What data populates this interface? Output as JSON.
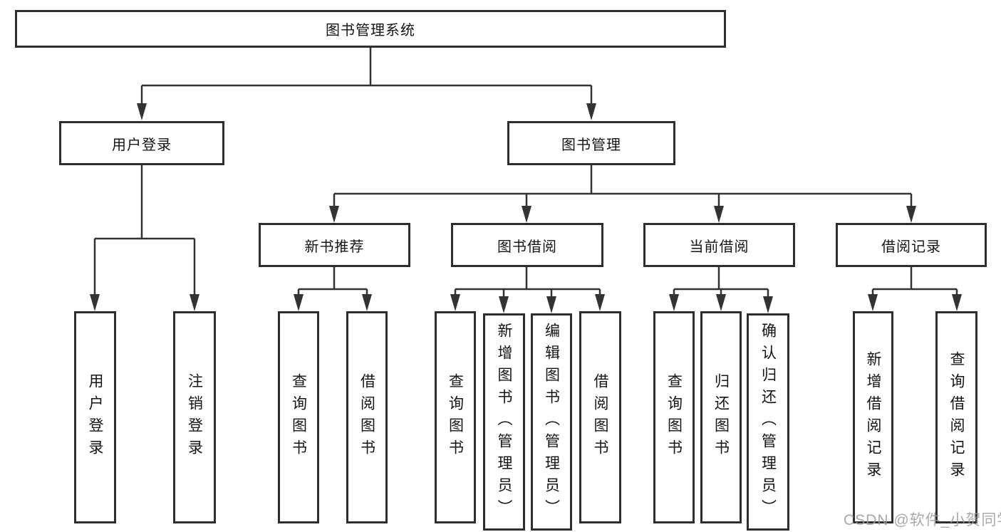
{
  "nodes": {
    "root": "图书管理系统",
    "level1": {
      "user_login": "用户登录",
      "book_mgmt": "图书管理"
    },
    "level2": {
      "new_book_rec": "新书推荐",
      "book_borrow": "图书借阅",
      "current_borrow": "当前借阅",
      "borrow_record": "借阅记录"
    },
    "leaves": {
      "user_login": "用户登录",
      "logout": "注销登录",
      "rec_query_book": "查询图书",
      "rec_borrow_book": "借阅图书",
      "borrow_query_book": "查询图书",
      "borrow_add_book": "新增图书（管理员）",
      "borrow_edit_book": "编辑图书（管理员）",
      "borrow_borrow_book": "借阅图书",
      "current_query_book": "查询图书",
      "current_return_book": "归还图书",
      "current_confirm_return": "确认归还（管理员）",
      "record_add": "新增借阅记录",
      "record_query": "查询借阅记录"
    }
  },
  "watermark": "CSDN @软件_小贺同学",
  "colors": {
    "line": "#333333",
    "box_border": "#2e2e2e",
    "text": "#141414",
    "background": "#ffffff",
    "watermark": "#9b9b9b"
  }
}
